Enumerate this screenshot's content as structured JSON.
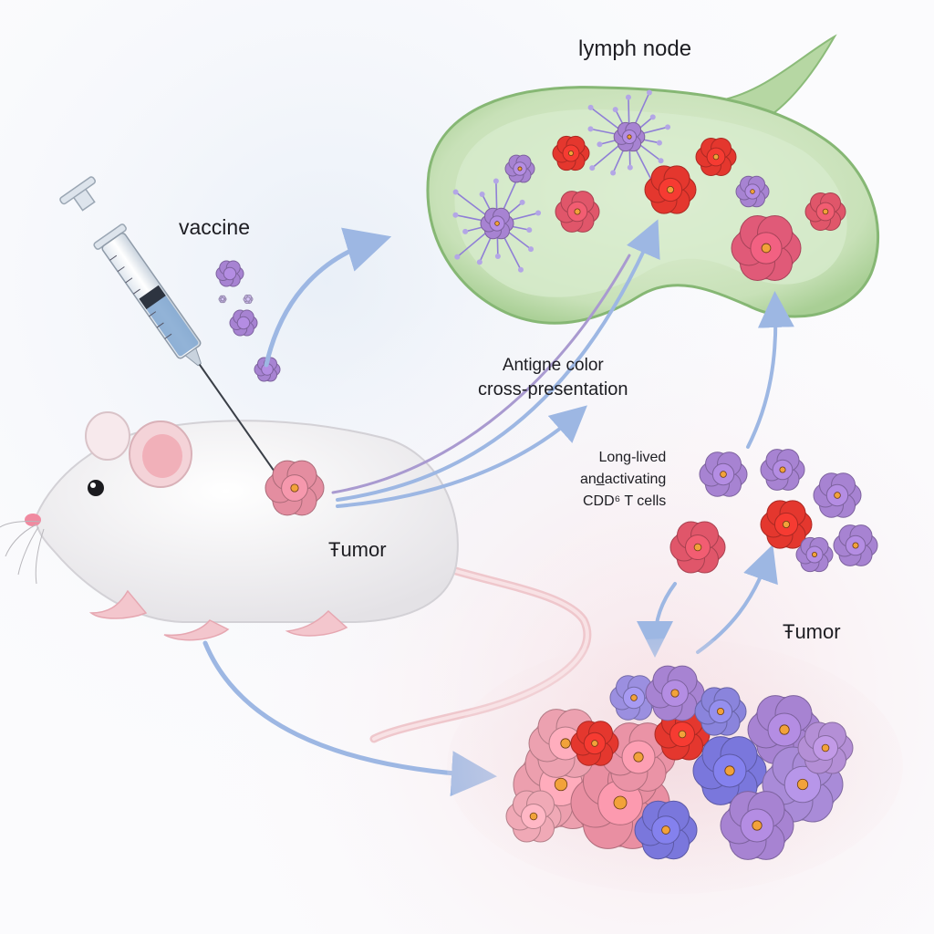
{
  "labels": {
    "vaccine": "vaccine",
    "lymph_node": "lymph node",
    "antigen_line1": "Antigne color",
    "antigen_line2": "cross-presentation",
    "cd8_line1": "Long-lived",
    "cd8_line2": "and̲activating",
    "cd8_line3": "CDD⁶ T cells",
    "tumor_primary": "Ŧumor",
    "tumor_distant": "Ŧumor"
  },
  "colors": {
    "arrow_blue": "#9db7e3",
    "arrow_purple": "#a99ad0",
    "lymph_fill": "#cfe6c2",
    "lymph_edge": "#86b774",
    "tumor_pink": "#e48da0",
    "cell_red": "#e4372e",
    "cell_purple": "#a783d2",
    "cell_blue": "#7a77dc",
    "mouse_body": "#f3f2f3",
    "mouse_ear": "#f1b0b9",
    "syringe_fluid": "#7fa6d0"
  },
  "icons": {
    "syringe": "syringe-icon",
    "mouse": "mouse-icon",
    "lymph_node": "lymph-node-icon",
    "tumor_mass": "tumor-mass-icon",
    "t_cell": "t-cell-icon",
    "dendritic_cell": "dendritic-cell-icon"
  }
}
